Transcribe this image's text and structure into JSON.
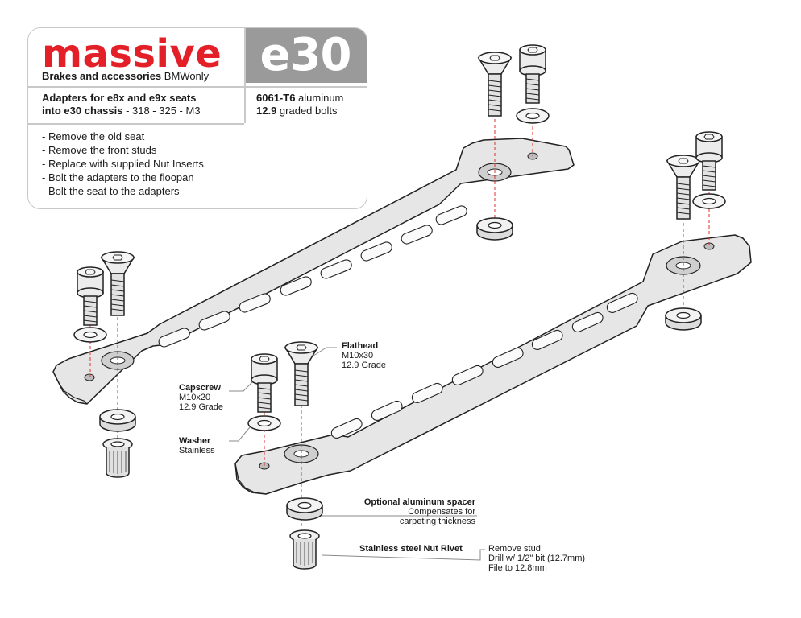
{
  "brand": {
    "logo": "massive",
    "tagline_bold": "Brakes and accessories",
    "tagline_rest": "BMWonly"
  },
  "model": "e30",
  "adapters": {
    "line1_bold": "Adapters for e8x and e9x seats",
    "line2_bold": "into e30 chassis",
    "line2_rest": " - 318 - 325 - M3"
  },
  "material": {
    "alloy_bold": "6061-T6",
    "alloy_rest": " aluminum",
    "bolts_bold": "12.9",
    "bolts_rest": " graded bolts"
  },
  "steps": [
    "- Remove the old seat",
    "- Remove the front studs",
    "- Replace with supplied Nut Inserts",
    "- Bolt the adapters to the floopan",
    "- Bolt the seat to the adapters"
  ],
  "labels": {
    "flathead": {
      "title": "Flathead",
      "l1": "M10x30",
      "l2": "12.9 Grade"
    },
    "capscrew": {
      "title": "Capscrew",
      "l1": "M10x20",
      "l2": "12.9 Grade"
    },
    "washer": {
      "title": "Washer",
      "l1": "Stainless"
    },
    "spacer": {
      "title": "Optional aluminum spacer",
      "l1": "Compensates for",
      "l2": "carpeting thickness"
    },
    "rivet": {
      "title": "Stainless steel Nut Rivet"
    },
    "rivet_note": {
      "l1": "Remove stud",
      "l2": "Drill w/ 1/2\" bit (12.7mm)",
      "l3": "File to 12.8mm"
    }
  },
  "colors": {
    "brand_red": "#e32027",
    "model_box": "#9a9a9a",
    "part_fill": "#e6e6e6",
    "guide_line": "#e0302b"
  }
}
